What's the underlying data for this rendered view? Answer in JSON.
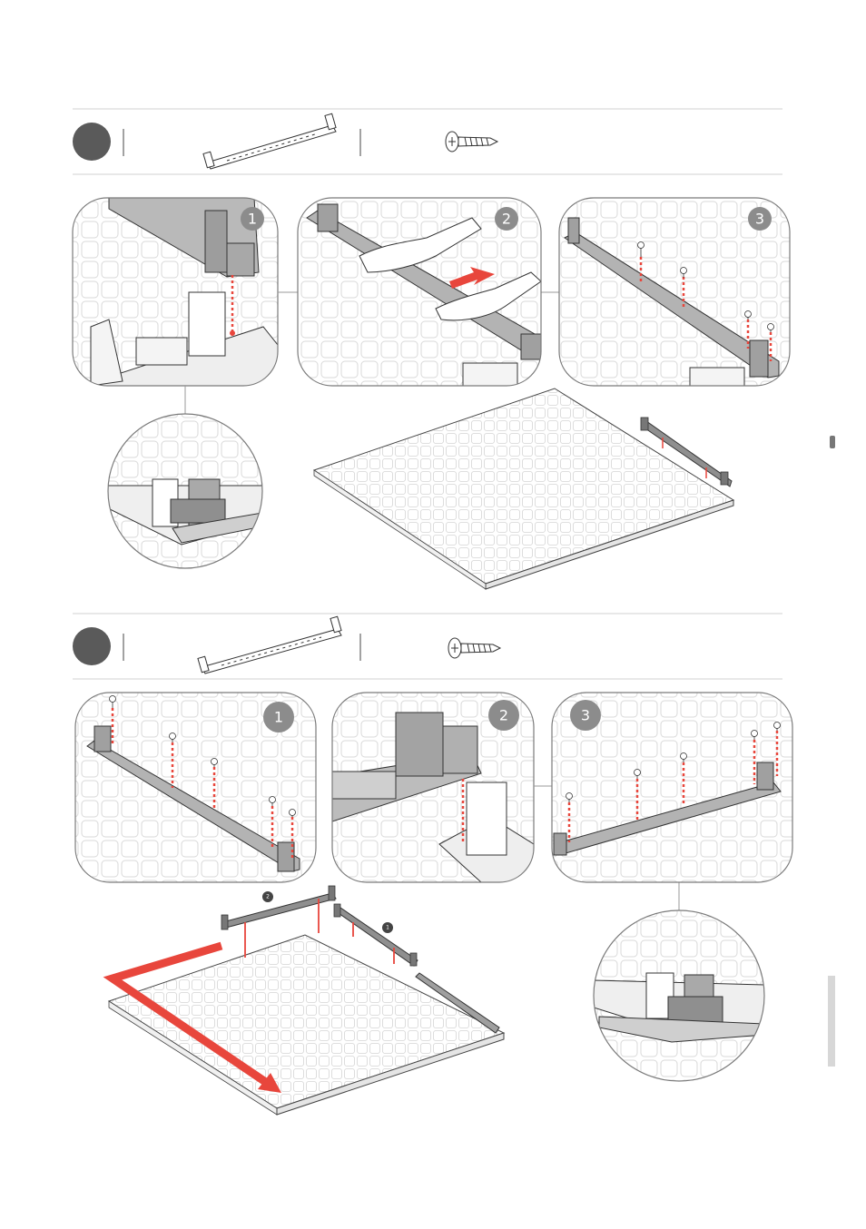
{
  "steps": [
    {
      "parts": [
        {
          "name": "rail-part"
        },
        {
          "name": "screw-part"
        }
      ],
      "panels": [
        {
          "number": "1"
        },
        {
          "number": "2"
        },
        {
          "number": "3"
        }
      ]
    },
    {
      "parts": [
        {
          "name": "rail-part"
        },
        {
          "name": "screw-part"
        }
      ],
      "panels": [
        {
          "number": "1"
        },
        {
          "number": "2"
        },
        {
          "number": "3"
        }
      ],
      "sequence_markers": [
        "2",
        "1"
      ]
    }
  ],
  "colors": {
    "accent_red": "#e8463c",
    "badge_gray": "#8c8c8c",
    "step_circle": "#5a5a5a",
    "line_art": "#333333",
    "panel_border": "#7a7a7a"
  }
}
